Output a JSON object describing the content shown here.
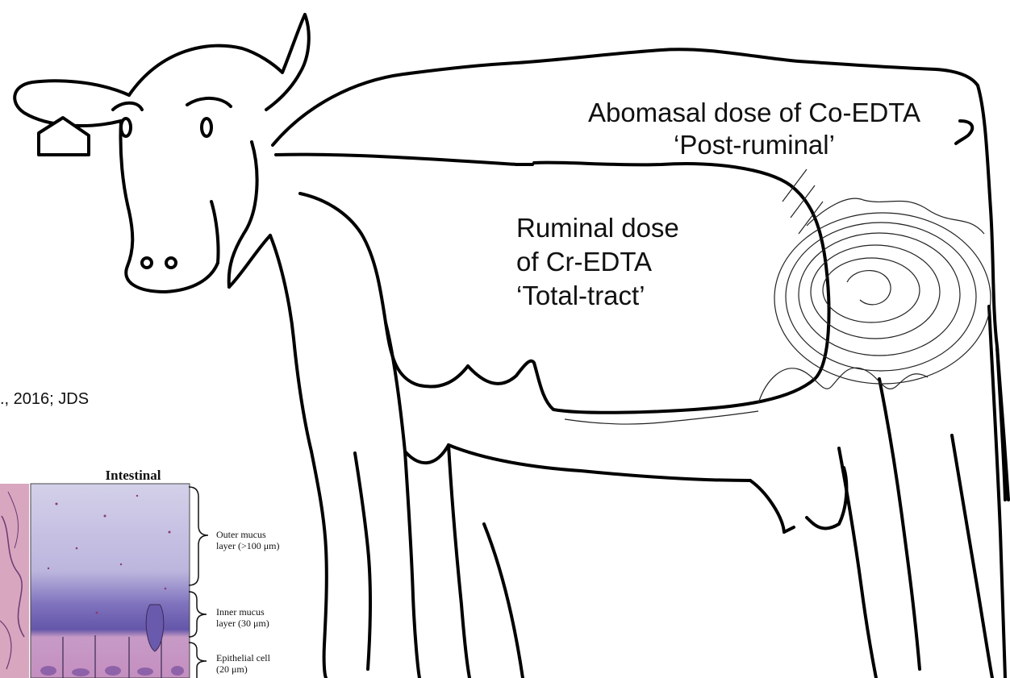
{
  "labels": {
    "abomasal_line1": "Abomasal dose of Co-EDTA",
    "abomasal_line2": "‘Post-ruminal’",
    "ruminal_line1": "Ruminal dose",
    "ruminal_line2": "of Cr-EDTA",
    "ruminal_line3": "‘Total-tract’",
    "citation": "., 2016; JDS"
  },
  "inset": {
    "title": "Intestinal",
    "layers": [
      {
        "line1": "Outer mucus",
        "line2": "layer (>100 μm)"
      },
      {
        "line1": "Inner mucus",
        "line2": "layer (30 μm)"
      },
      {
        "line1": "Epithelial cell",
        "line2": "(20 μm)"
      }
    ]
  },
  "colors": {
    "outline": "#111111",
    "outer_mucus": "#c3bedf",
    "inner_mucus": "#6c5fae",
    "epithelium": "#c79ac6",
    "tissue": "#d8a6bf"
  }
}
